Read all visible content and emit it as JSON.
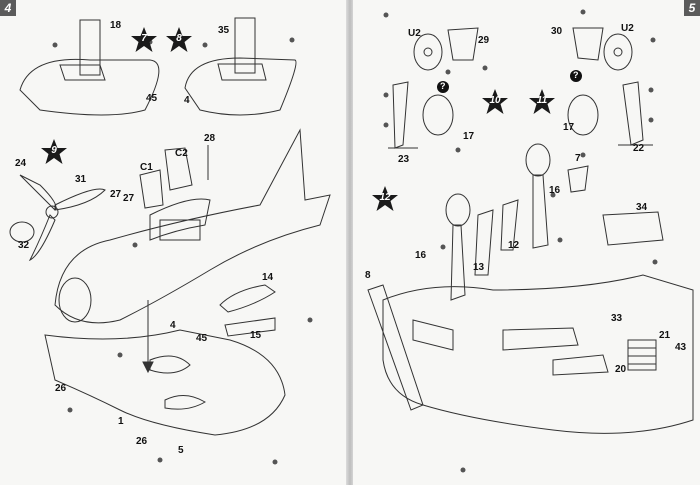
{
  "pages": {
    "left": {
      "number": "4"
    },
    "right": {
      "number": "5"
    }
  },
  "steps": {
    "s7": "7",
    "s8": "8",
    "s9": "9",
    "s10": "10",
    "s11": "11",
    "s12": "12"
  },
  "callouts": {
    "l18": "18",
    "l35": "35",
    "l45a": "45",
    "l4a": "4",
    "l28": "28",
    "lC2": "C2",
    "lC1": "C1",
    "l24": "24",
    "l31": "31",
    "l27a": "27",
    "l27b": "27",
    "l32": "32",
    "l14": "14",
    "l15": "15",
    "l4b": "4",
    "l45b": "45",
    "l26a": "26",
    "l1": "1",
    "l26b": "26",
    "l5": "5",
    "rU2a": "U2",
    "r29": "29",
    "r30": "30",
    "rU2b": "U2",
    "r23": "23",
    "r17a": "17",
    "r17b": "17",
    "r22": "22",
    "r7": "7",
    "r16a": "16",
    "r34": "34",
    "r12": "12",
    "r16b": "16",
    "r13": "13",
    "r8": "8",
    "r33": "33",
    "r21": "21",
    "r43": "43",
    "r20": "20",
    "rq1": "?",
    "rq2": "?"
  },
  "colors": {
    "step_star": "#1a1a1a",
    "line": "#333333"
  }
}
